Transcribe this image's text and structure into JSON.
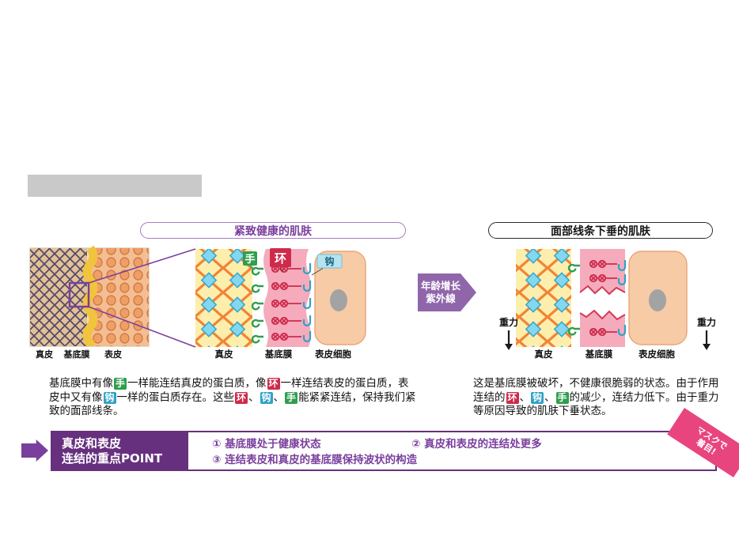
{
  "headers": {
    "left": "紧致健康的肌肤",
    "right": "面部线条下垂的肌肤"
  },
  "cross_section": {
    "label_dermis": "真皮",
    "label_basement": "基底膜",
    "label_epidermis": "表皮"
  },
  "left_detail": {
    "tag_hand": "手",
    "tag_ring": "环",
    "tag_hook": "钩",
    "label_dermis": "真皮",
    "label_basement": "基底膜",
    "label_epidermis_cell": "表皮细胞"
  },
  "transition": {
    "line1": "年龄增长",
    "line2": "紫外線"
  },
  "right_detail": {
    "label_dermis": "真皮",
    "label_basement": "基底膜",
    "label_epidermis_cell": "表皮细胞",
    "gravity_left": "重力",
    "gravity_right": "重力"
  },
  "left_text": {
    "s1": "基底膜中有像",
    "hand1": "手",
    "s2": "一样能连结真皮的蛋白质，像",
    "ring1": "环",
    "s3": "一样连结表皮的蛋白质，表皮中又有像",
    "hook1": "钩",
    "s4": "一样的蛋白质存在。这些",
    "ring2": "环",
    "p1": "、",
    "hook2": "钩",
    "p2": "、",
    "hand2": "手",
    "s5": "能紧紧连结，保持我们紧致的面部线条。"
  },
  "right_text": {
    "s1": "这是基底膜被破坏，不健康很脆弱的状态。由于作用连结的",
    "ring": "环",
    "p1": "、",
    "hook": "钩",
    "p2": "、",
    "hand": "手",
    "s2": "的减少，连结力低下。由于重力等原因导致的肌肤下垂状态。"
  },
  "point": {
    "title_line1": "真皮和表皮",
    "title_line2": "连结的重点POINT",
    "item1_num": "①",
    "item1": "基底膜处于健康状态",
    "item2_num": "②",
    "item2": "真皮和表皮的连结处更多",
    "item3_num": "③",
    "item3": "连结表皮和真皮的基底膜保持波状的构造",
    "ribbon_line1": "マスクで",
    "ribbon_line2": "着目!"
  },
  "colors": {
    "purple": "#7a3f9d",
    "purple_dark": "#66307f",
    "green": "#2f9e4e",
    "red": "#ce2b4c",
    "blue": "#2fa2c5",
    "blue_light": "#b7e3f1",
    "pink_membrane": "#f5abbc",
    "peach_cell": "#f7cba6",
    "dermis_yellow": "#fdeeab",
    "lattice_orange": "#f08438",
    "diamond_blue": "#83d7ef",
    "magenta_ribbon": "#e8457f",
    "gray_mask": "#c9c9c9"
  }
}
